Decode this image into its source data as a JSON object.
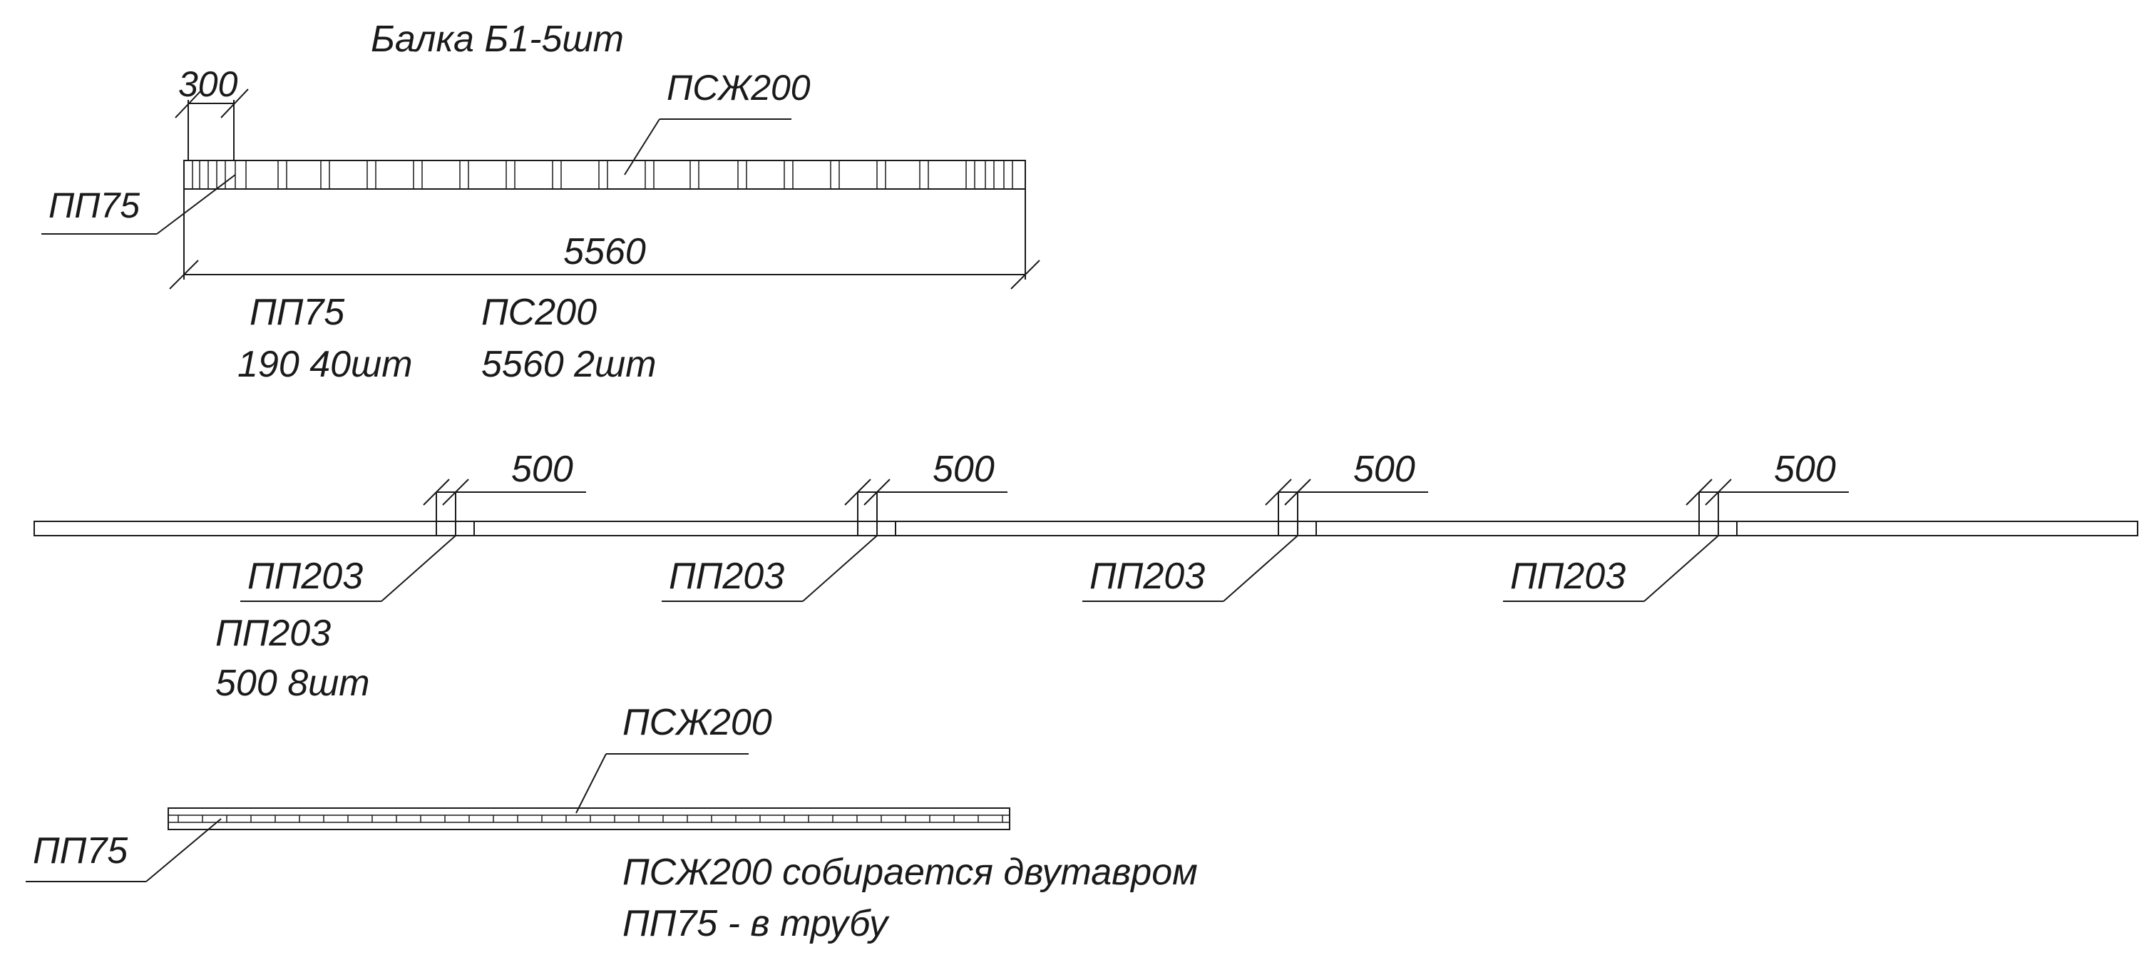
{
  "drawing": {
    "title": "Балка Б1-5шт",
    "top_beam": {
      "dim_small": "300",
      "leader_right": "ПСЖ200",
      "leader_left": "ПП75",
      "dim_length": "5560"
    },
    "spec_top": [
      {
        "name": "ПП75",
        "qty": "190 40шт"
      },
      {
        "name": "ПС200",
        "qty": "5560 2шт"
      }
    ],
    "middle_beam": {
      "dims": [
        "500",
        "500",
        "500",
        "500"
      ],
      "labels": [
        "ПП203",
        "ПП203",
        "ПП203",
        "ПП203"
      ]
    },
    "spec_middle": {
      "name": "ПП203",
      "qty": "500 8шт"
    },
    "bottom_beam": {
      "leader_top": "ПСЖ200",
      "leader_left": "ПП75"
    },
    "notes": [
      "ПСЖ200 собирается двутавром",
      "ПП75 - в трубу"
    ]
  }
}
